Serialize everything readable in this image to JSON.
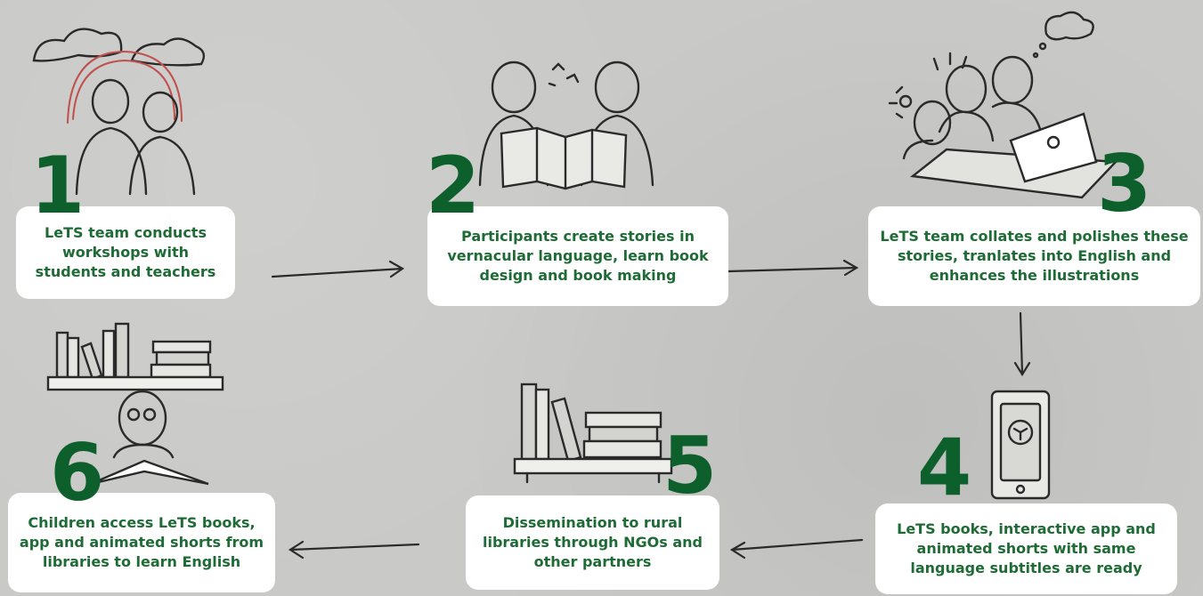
{
  "steps": [
    {
      "number": "1",
      "text": "LeTS team conducts workshops with students and teachers"
    },
    {
      "number": "2",
      "text": "Participants create stories in vernacular language, learn book design and book making"
    },
    {
      "number": "3",
      "text": "LeTS team collates and polishes these stories, tranlates into English and enhances the illustrations"
    },
    {
      "number": "4",
      "text": "LeTS books, interactive app and animated shorts with same language subtitles are ready"
    },
    {
      "number": "5",
      "text": "Dissemination to rural libraries through NGOs and other partners"
    },
    {
      "number": "6",
      "text": "Children access LeTS books, app and animated shorts from libraries to learn English"
    }
  ],
  "colors": {
    "background": "#c9c9c7",
    "number_green": "#0d5f2b",
    "text_green": "#1f6b36",
    "card_white": "#ffffff",
    "ink": "#2a2a2a"
  },
  "illustrations": [
    "workshop-people-icon",
    "story-book-people-icon",
    "team-laptop-icon",
    "tablet-app-icon",
    "bookshelf-icon",
    "child-reading-icon"
  ]
}
